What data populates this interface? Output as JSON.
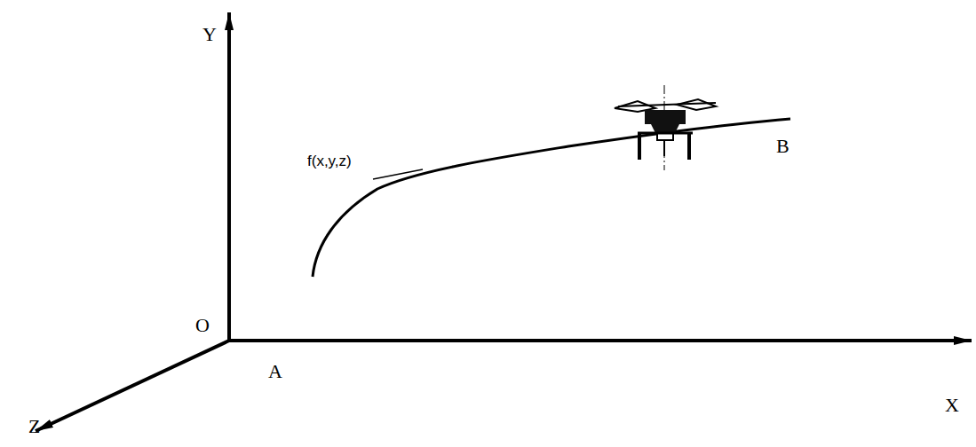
{
  "diagram": {
    "labels": [
      "Y",
      "f(x,y,z)",
      "B",
      "A",
      "O",
      "X",
      "Z"
    ]
  }
}
